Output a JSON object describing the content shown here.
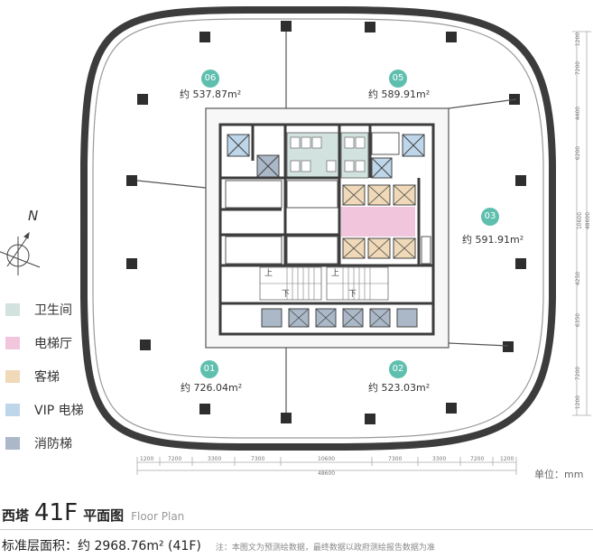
{
  "zones": [
    {
      "num": "06",
      "area": "约 537.87m²"
    },
    {
      "num": "05",
      "area": "约 589.91m²"
    },
    {
      "num": "03",
      "area": "约 591.91m²"
    },
    {
      "num": "01",
      "area": "约 726.04m²"
    },
    {
      "num": "02",
      "area": "约 523.03m²"
    }
  ],
  "colors": {
    "zone_badge": "#5fbfae",
    "wall": "#3c3c3c",
    "toilet": "#d1e2df",
    "lobby": "#f1c6dc",
    "passenger_lift": "#efd9b8",
    "vip_lift": "#bed6ea",
    "fire_lift": "#aab8c8",
    "core_bg": "#f7f7f7"
  },
  "compass": {
    "label": "N"
  },
  "stair_labels": {
    "up": "上",
    "down": "下"
  },
  "legend": [
    {
      "label": "卫生间",
      "color_key": "toilet"
    },
    {
      "label": "电梯厅",
      "color_key": "lobby"
    },
    {
      "label": "客梯",
      "color_key": "passenger_lift"
    },
    {
      "label": "VIP 电梯",
      "color_key": "vip_lift"
    },
    {
      "label": "消防梯",
      "color_key": "fire_lift"
    }
  ],
  "dims_bottom": [
    "1200",
    "7200",
    "3300",
    "7300",
    "10600",
    "7300",
    "3300",
    "7200",
    "1200"
  ],
  "dims_bottom_total": "48600",
  "dims_right": [
    "1200",
    "7200",
    "4400",
    "6200",
    "10600",
    "4250",
    "6350",
    "7200",
    "1200"
  ],
  "dims_right_total": "48600",
  "unit_label": "单位：mm",
  "title": {
    "prefix": "西塔",
    "floor": "41F",
    "name": "平面图",
    "english": "Floor Plan"
  },
  "area_line": {
    "label": "标准层面积：约 2968.76m² (41F)",
    "note": "注：本图文为预测绘数据，最终数据以政府测绘报告数据为准"
  }
}
